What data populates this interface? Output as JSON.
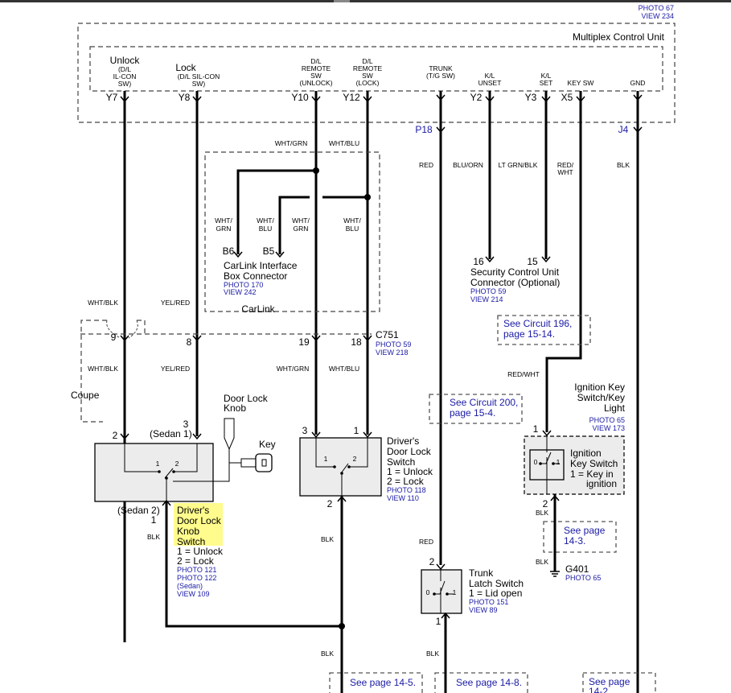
{
  "unit": {
    "photo": "PHOTO 67",
    "view": "VIEW 234",
    "title": "Multiplex Control Unit",
    "terminals": {
      "unlock": {
        "l1": "Unlock",
        "l2": "(D/L",
        "l3": "IL-CON",
        "l4": "SW)",
        "pin": "Y7"
      },
      "lock": {
        "l1": "Lock",
        "l2": "(D/L SIL-CON",
        "l3": "SW)",
        "pin": "Y8"
      },
      "remote_unlock": {
        "l1": "D/L",
        "l2": "REMOTE",
        "l3": "SW",
        "l4": "(UNLOCK)",
        "pin": "Y10"
      },
      "remote_lock": {
        "l1": "D/L",
        "l2": "REMOTE",
        "l3": "SW",
        "l4": "(LOCK)",
        "pin": "Y12"
      },
      "trunk": {
        "l1": "TRUNK",
        "l2": "(T/G SW)"
      },
      "kl_unset": {
        "l1": "K/L",
        "l2": "UNSET",
        "pin": "Y2"
      },
      "kl_set": {
        "l1": "K/L",
        "l2": "SET",
        "pin": "Y3"
      },
      "key_sw": {
        "l1": "KEY SW",
        "pin": "X5"
      },
      "gnd": {
        "l1": "GND"
      }
    },
    "p18": "P18",
    "j4": "J4"
  },
  "wires": {
    "wht_grn": "WHT/GRN",
    "wht_blu": "WHT/BLU",
    "wht_grn_s1": "WHT/",
    "wht_grn_s2": "GRN",
    "wht_blu_s1": "WHT/",
    "wht_blu_s2": "BLU",
    "wht_blk": "WHT/BLK",
    "yel_red": "YEL/RED",
    "red": "RED",
    "blu_orn": "BLU/ORN",
    "lt_grn_blk": "LT GRN/BLK",
    "red_wht_1": "RED/",
    "red_wht_2": "WHT",
    "red_wht": "RED/WHT",
    "blk": "BLK"
  },
  "carlink": {
    "pin_b6": "B6",
    "pin_b5": "B5",
    "name1": "CarLink Interface",
    "name2": "Box Connector",
    "photo": "PHOTO 170",
    "view": "VIEW 242",
    "label": "CarLink"
  },
  "connector_c751": {
    "name": "C751",
    "photo": "PHOTO 59",
    "view": "VIEW 218",
    "pins": [
      "9",
      "8",
      "19",
      "18"
    ]
  },
  "coupe": "Coupe",
  "security": {
    "pin16": "16",
    "pin15": "15",
    "name1": "Security Control Unit",
    "name2": "Connector (Optional)",
    "photo": "PHOTO 59",
    "view": "VIEW 214"
  },
  "see_refs": {
    "c196_1": "See Circuit 196,",
    "c196_2": "page 15-14.",
    "c200_1": "See Circuit 200,",
    "c200_2": "page 15-4.",
    "p14_3_1": "See page",
    "p14_3_2": "14-3.",
    "p14_5": "See page 14-5.",
    "p14_8": "See page 14-8.",
    "p14_2_1": "See page",
    "p14_2_2": "14-2."
  },
  "knob_switch": {
    "pin2": "2",
    "pin3": "3",
    "sedan1": "(Sedan 1)",
    "sedan2": "(Sedan 2)",
    "pin1": "1",
    "in1": "1",
    "in2": "2",
    "name1": "Driver's",
    "name2": "Door Lock",
    "name3": "Knob",
    "name4": "Switch",
    "legend1": "1 = Unlock",
    "legend2": "2 = Lock",
    "photo1": "PHOTO 121",
    "photo2": "PHOTO 122",
    "sedan": "(Sedan)",
    "view": "VIEW 109",
    "door_knob1": "Door Lock",
    "door_knob2": "Knob",
    "key": "Key"
  },
  "door_switch": {
    "pin3": "3",
    "pin1": "1",
    "pin2": "2",
    "in1": "1",
    "in2": "2",
    "name1": "Driver's",
    "name2": "Door Lock",
    "name3": "Switch",
    "legend1": "1 = Unlock",
    "legend2": "2 = Lock",
    "photo": "PHOTO 118",
    "view": "VIEW 110"
  },
  "ignition": {
    "head1": "Ignition Key",
    "head2": "Switch/Key",
    "head3": "Light",
    "photo": "PHOTO 65",
    "view": "VIEW 173",
    "pin1": "1",
    "pin2": "2",
    "in0": "0",
    "in1": "1",
    "name1": "Ignition",
    "name2": "Key Switch",
    "legend1": "1 = Key in",
    "legend2": "ignition"
  },
  "trunk_switch": {
    "pin2": "2",
    "pin1": "1",
    "in0": "0",
    "in1": "1",
    "name1": "Trunk",
    "name2": "Latch Switch",
    "legend": "1 = Lid open",
    "photo": "PHOTO 151",
    "view": "VIEW 89"
  },
  "ground": {
    "name": "G401",
    "photo": "PHOTO 65"
  }
}
